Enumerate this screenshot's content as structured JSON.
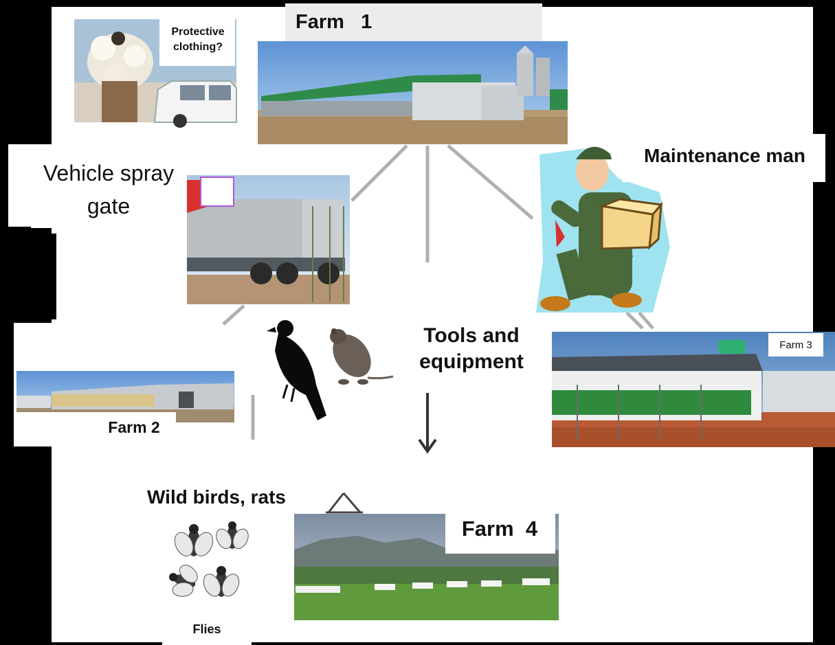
{
  "labels": {
    "farm1": "Farm   1",
    "farm2": "Farm 2",
    "farm3": "Farm 3",
    "farm4": "Farm  4",
    "protective_line1": "Protective",
    "protective_line2": "clothing?",
    "vehicle_line1": "Vehicle spray",
    "vehicle_line2": "gate",
    "maintenance": "Maintenance man",
    "tools_line1": "Tools and",
    "tools_line2": "equipment",
    "wild": "Wild birds, rats",
    "flies": "Flies"
  },
  "colors": {
    "background": "#000000",
    "panel": "#ffffff",
    "connector": "#b0b0b0",
    "arrow": "#333333"
  },
  "icons": [
    "bird-icon",
    "rat-icon",
    "fly-icon",
    "maintenance-man-icon"
  ]
}
